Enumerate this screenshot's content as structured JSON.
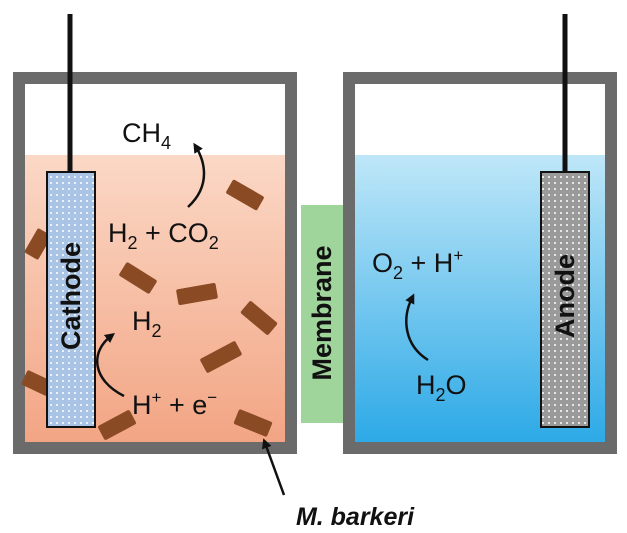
{
  "diagram": {
    "cathode_label": "Cathode",
    "anode_label": "Anode",
    "membrane_label": "Membrane",
    "organism_label": "M. barkeri",
    "cathode_chamber": {
      "methane": {
        "base": "CH",
        "sub": "4"
      },
      "hydrogen_co2": {
        "h": "H",
        "h_sub": "2",
        "plus": " + CO",
        "co_sub": "2"
      },
      "hydrogen": {
        "base": "H",
        "sub": "2"
      },
      "protons_electrons": {
        "h": "H",
        "h_sup": "+",
        "plus_e": " + e",
        "e_sup": "−"
      }
    },
    "anode_chamber": {
      "oxygen_protons": {
        "o": "O",
        "o_sub": "2",
        "plus_h": " + H",
        "h_sup": "+"
      },
      "water": {
        "h": "H",
        "h_sub": "2",
        "o": "O"
      }
    },
    "colors": {
      "frame": "#6b6b6b",
      "cathode_liquid_top": "#fbd8c6",
      "cathode_liquid_bottom": "#f2a483",
      "anode_liquid_top": "#bfe7f8",
      "anode_liquid_bottom": "#2aa8e6",
      "membrane": "#9fd49a",
      "cathode_rod": "#a9c4e4",
      "anode_rod": "#9a9a9a",
      "bacteria": "#8a4a24"
    }
  }
}
